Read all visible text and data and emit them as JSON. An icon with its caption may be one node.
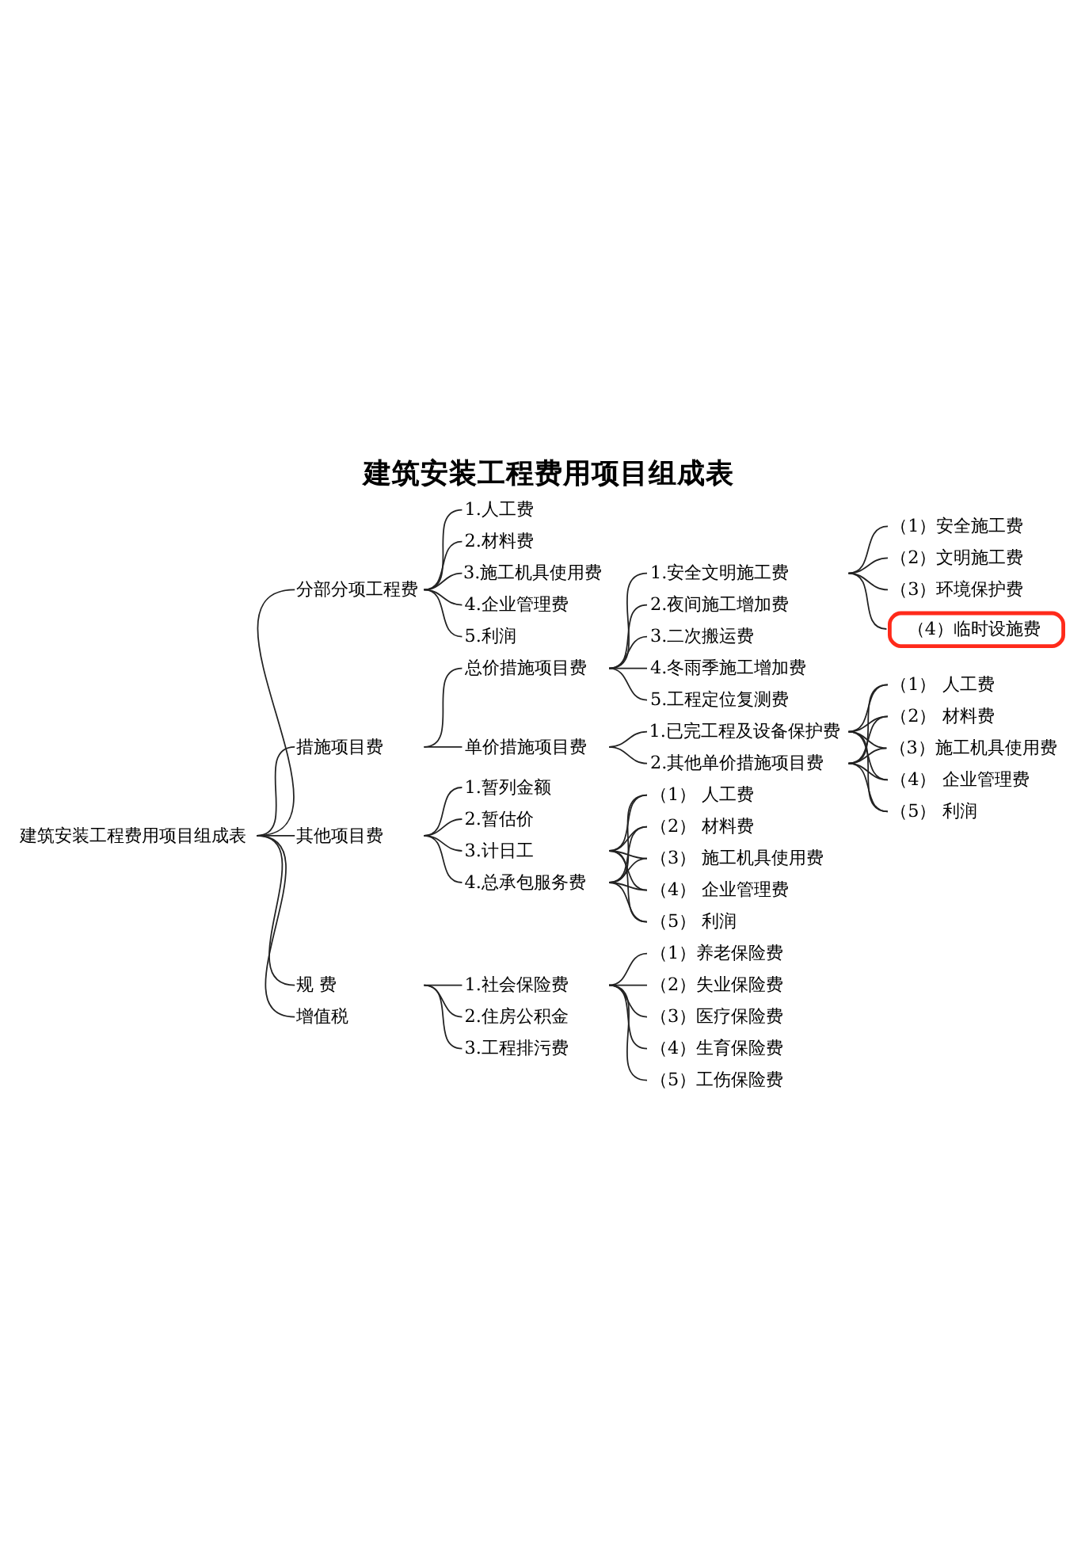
{
  "diagram": {
    "title": "建筑安装工程费用项目组成表",
    "nodes": [
      {
        "text": [
          "建筑安装工程费用项目组成表"
        ]
      },
      {
        "text": [
          "分部分项工程费"
        ]
      },
      {
        "text": [
          "1.人工费"
        ]
      },
      {
        "text": [
          "2.材料费"
        ]
      },
      {
        "text": [
          "3.施工机具使用费"
        ]
      },
      {
        "text": [
          "4.企业管理费"
        ]
      },
      {
        "text": [
          "5.利润"
        ]
      },
      {
        "text": [
          "措施项目费"
        ]
      },
      {
        "text": [
          "总价措施项目费"
        ]
      },
      {
        "text": [
          "1.安全文明施工费"
        ]
      },
      {
        "text": [
          "（1）安全施工费"
        ]
      },
      {
        "text": [
          "（2）文明施工费"
        ]
      },
      {
        "text": [
          "（3）环境保护费"
        ]
      },
      {
        "text": [
          "（4）临时设施费"
        ]
      },
      {
        "text": [
          "2.夜间施工增加费"
        ]
      },
      {
        "text": [
          "3.二次搬运费"
        ]
      },
      {
        "text": [
          "4.冬雨季施工增加费"
        ]
      },
      {
        "text": [
          "5.工程定位复测费"
        ]
      },
      {
        "text": [
          "单价措施项目费"
        ]
      },
      {
        "text": [
          "1.已完工程及设备保护费"
        ]
      },
      {
        "text": [
          "2.其他单价措施项目费"
        ]
      },
      {
        "text": [
          "（1） 人工费"
        ]
      },
      {
        "text": [
          "（2） 材料费"
        ]
      },
      {
        "text": [
          "（3）施工机具使用费"
        ]
      },
      {
        "text": [
          "（4） 企业管理费"
        ]
      },
      {
        "text": [
          "（5） 利润"
        ]
      },
      {
        "text": [
          "其他项目费"
        ]
      },
      {
        "text": [
          "1.暂列金额"
        ]
      },
      {
        "text": [
          "2.暂估价"
        ]
      },
      {
        "text": [
          "3.计日工"
        ]
      },
      {
        "text": [
          "4.总承包服务费"
        ]
      },
      {
        "text": [
          "（1） 人工费"
        ]
      },
      {
        "text": [
          "（2） 材料费"
        ]
      },
      {
        "text": [
          "（3） 施工机具使用费"
        ]
      },
      {
        "text": [
          "（4） 企业管理费"
        ]
      },
      {
        "text": [
          "（5） 利润"
        ]
      },
      {
        "text": [
          "规 费"
        ]
      },
      {
        "text": [
          "1.社会保险费"
        ]
      },
      {
        "text": [
          "2.住房公积金"
        ]
      },
      {
        "text": [
          "3.工程排污费"
        ]
      },
      {
        "text": [
          "（1）养老保险费"
        ]
      },
      {
        "text": [
          "（2）失业保险费"
        ]
      },
      {
        "text": [
          "（3）医疗保险费"
        ]
      },
      {
        "text": [
          "（4）生育保险费"
        ]
      },
      {
        "text": [
          "（5）工伤保险费"
        ]
      },
      {
        "text": [
          "增值税"
        ]
      }
    ],
    "edges": [
      {
        "from": 0,
        "to": 1,
        "arrow": "none"
      },
      {
        "from": 0,
        "to": 7,
        "arrow": "none"
      },
      {
        "from": 0,
        "to": 26,
        "arrow": "none"
      },
      {
        "from": 0,
        "to": 36,
        "arrow": "none"
      },
      {
        "from": 0,
        "to": 45,
        "arrow": "none"
      },
      {
        "from": 1,
        "to": 2,
        "arrow": "none"
      },
      {
        "from": 1,
        "to": 3,
        "arrow": "none"
      },
      {
        "from": 1,
        "to": 4,
        "arrow": "none"
      },
      {
        "from": 1,
        "to": 5,
        "arrow": "none"
      },
      {
        "from": 1,
        "to": 6,
        "arrow": "none"
      },
      {
        "from": 7,
        "to": 8,
        "arrow": "none"
      },
      {
        "from": 7,
        "to": 18,
        "arrow": "none"
      },
      {
        "from": 8,
        "to": 9,
        "arrow": "none"
      },
      {
        "from": 8,
        "to": 14,
        "arrow": "none"
      },
      {
        "from": 8,
        "to": 15,
        "arrow": "none"
      },
      {
        "from": 8,
        "to": 16,
        "arrow": "none"
      },
      {
        "from": 8,
        "to": 17,
        "arrow": "none"
      },
      {
        "from": 9,
        "to": 10,
        "arrow": "none"
      },
      {
        "from": 9,
        "to": 11,
        "arrow": "none"
      },
      {
        "from": 9,
        "to": 12,
        "arrow": "none"
      },
      {
        "from": 9,
        "to": 13,
        "arrow": "none"
      },
      {
        "from": 18,
        "to": 19,
        "arrow": "none"
      },
      {
        "from": 18,
        "to": 20,
        "arrow": "none"
      },
      {
        "from": 19,
        "to": 21,
        "arrow": "none"
      },
      {
        "from": 19,
        "to": 22,
        "arrow": "none"
      },
      {
        "from": 19,
        "to": 23,
        "arrow": "none"
      },
      {
        "from": 19,
        "to": 24,
        "arrow": "none"
      },
      {
        "from": 19,
        "to": 25,
        "arrow": "none"
      },
      {
        "from": 20,
        "to": 21,
        "arrow": "none"
      },
      {
        "from": 20,
        "to": 22,
        "arrow": "none"
      },
      {
        "from": 20,
        "to": 23,
        "arrow": "none"
      },
      {
        "from": 20,
        "to": 24,
        "arrow": "none"
      },
      {
        "from": 20,
        "to": 25,
        "arrow": "none"
      },
      {
        "from": 26,
        "to": 27,
        "arrow": "none"
      },
      {
        "from": 26,
        "to": 28,
        "arrow": "none"
      },
      {
        "from": 26,
        "to": 29,
        "arrow": "none"
      },
      {
        "from": 26,
        "to": 30,
        "arrow": "none"
      },
      {
        "from": 29,
        "to": 31,
        "arrow": "none"
      },
      {
        "from": 29,
        "to": 32,
        "arrow": "none"
      },
      {
        "from": 29,
        "to": 33,
        "arrow": "none"
      },
      {
        "from": 29,
        "to": 34,
        "arrow": "none"
      },
      {
        "from": 29,
        "to": 35,
        "arrow": "none"
      },
      {
        "from": 30,
        "to": 31,
        "arrow": "none"
      },
      {
        "from": 30,
        "to": 32,
        "arrow": "none"
      },
      {
        "from": 30,
        "to": 33,
        "arrow": "none"
      },
      {
        "from": 30,
        "to": 34,
        "arrow": "none"
      },
      {
        "from": 30,
        "to": 35,
        "arrow": "none"
      },
      {
        "from": 36,
        "to": 37,
        "arrow": "none"
      },
      {
        "from": 36,
        "to": 38,
        "arrow": "none"
      },
      {
        "from": 36,
        "to": 39,
        "arrow": "none"
      },
      {
        "from": 37,
        "to": 40,
        "arrow": "none"
      },
      {
        "from": 37,
        "to": 41,
        "arrow": "none"
      },
      {
        "from": 37,
        "to": 42,
        "arrow": "none"
      },
      {
        "from": 37,
        "to": 43,
        "arrow": "none"
      },
      {
        "from": 37,
        "to": 44,
        "arrow": "none"
      }
    ]
  }
}
